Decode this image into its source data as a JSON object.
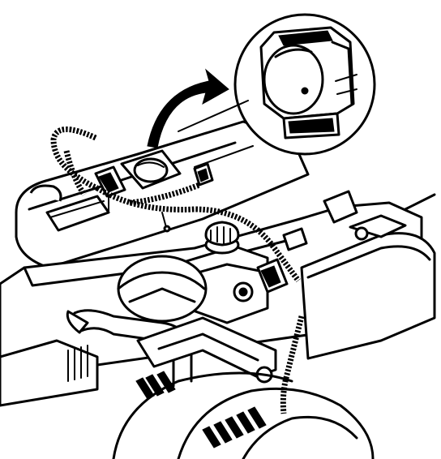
{
  "diagram": {
    "colors": {
      "ink": "#000000",
      "paper": "#ffffff"
    },
    "components": [
      "engine-block",
      "wiring-harness",
      "sensor-connector",
      "oil-filler-cap",
      "coolant-hose",
      "cooling-fan-shroud",
      "detail-inset",
      "callout-arrow"
    ]
  }
}
